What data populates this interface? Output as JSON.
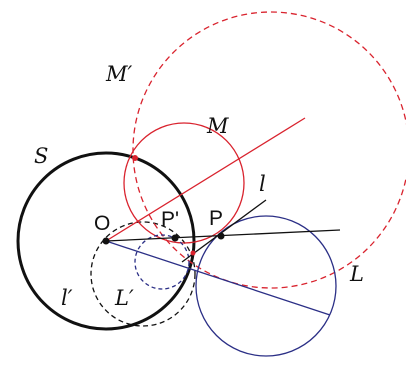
{
  "diagram": {
    "labels": {
      "M_prime": "M′",
      "M": "M",
      "S": "S",
      "l": "l",
      "O": "O",
      "P_prime": "P'",
      "P": "P",
      "L": "L",
      "l_prime": "l′",
      "L_prime": "L′"
    },
    "colors": {
      "black": "#111111",
      "red": "#d9232e",
      "blue": "#2b2f86"
    }
  }
}
